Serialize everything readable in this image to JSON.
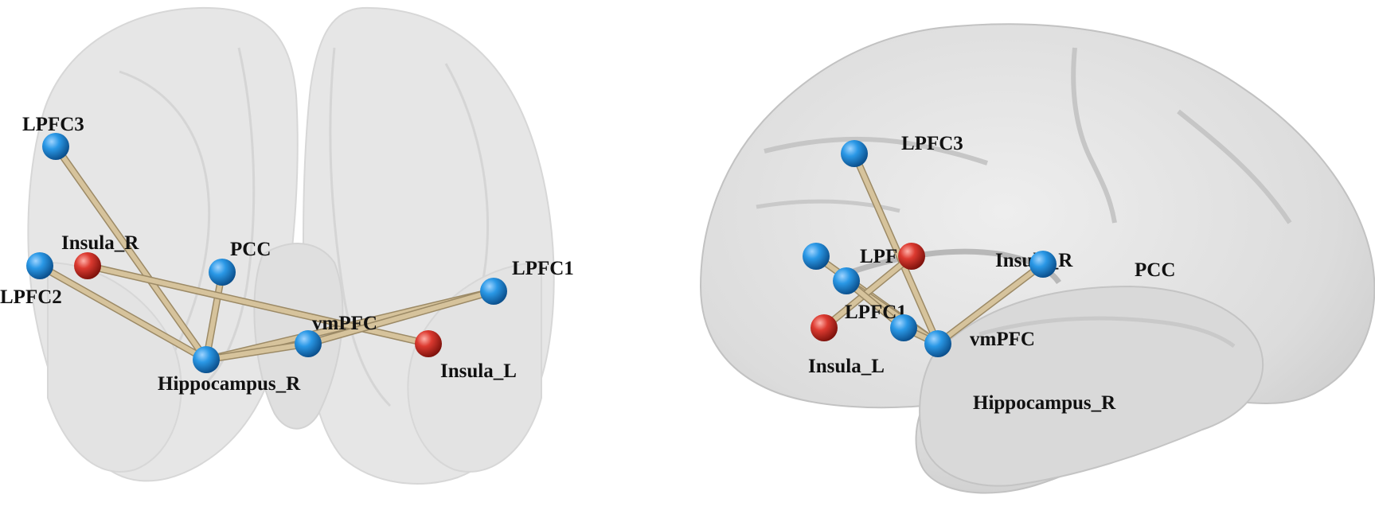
{
  "colors": {
    "edge": "#d6c39c",
    "edge_shadow": "#9c8a66",
    "node_blue": "#1e8fe0",
    "node_red": "#d8302a",
    "brain_fill": "#d8d8d8",
    "brain_stroke": "#bcbcbc"
  },
  "views": [
    {
      "view": "coronal",
      "nodes": [
        {
          "id": "LPFC3",
          "label": "LPFC3",
          "color": "blue"
        },
        {
          "id": "Insula_R",
          "label": "Insula_R",
          "color": "red"
        },
        {
          "id": "LPFC2",
          "label": "LPFC2",
          "color": "blue"
        },
        {
          "id": "PCC",
          "label": "PCC",
          "color": "blue"
        },
        {
          "id": "LPFC1",
          "label": "LPFC1",
          "color": "blue"
        },
        {
          "id": "vmPFC",
          "label": "vmPFC",
          "color": "blue"
        },
        {
          "id": "Insula_L",
          "label": "Insula_L",
          "color": "red"
        },
        {
          "id": "Hippocampus_R",
          "label": "Hippocampus_R",
          "color": "blue"
        }
      ]
    },
    {
      "view": "sagittal",
      "nodes": [
        {
          "id": "LPFC3",
          "label": "LPFC3",
          "color": "blue"
        },
        {
          "id": "LPFC2",
          "label": "LPFC2",
          "color": "blue"
        },
        {
          "id": "Insula_R",
          "label": "Insula_R",
          "color": "red"
        },
        {
          "id": "PCC",
          "label": "PCC",
          "color": "blue"
        },
        {
          "id": "LPFC1",
          "label": "LPFC1",
          "color": "blue"
        },
        {
          "id": "vmPFC",
          "label": "vmPFC",
          "color": "blue"
        },
        {
          "id": "Insula_L",
          "label": "Insula_L",
          "color": "red"
        },
        {
          "id": "Hippocampus_R",
          "label": "Hippocampus_R",
          "color": "blue"
        }
      ]
    }
  ],
  "edges": [
    [
      "LPFC3",
      "Hippocampus_R"
    ],
    [
      "LPFC2",
      "Hippocampus_R"
    ],
    [
      "PCC",
      "Hippocampus_R"
    ],
    [
      "LPFC1",
      "Hippocampus_R"
    ],
    [
      "vmPFC",
      "Hippocampus_R"
    ],
    [
      "Insula_R",
      "Insula_L"
    ],
    [
      "LPFC1",
      "vmPFC"
    ]
  ]
}
